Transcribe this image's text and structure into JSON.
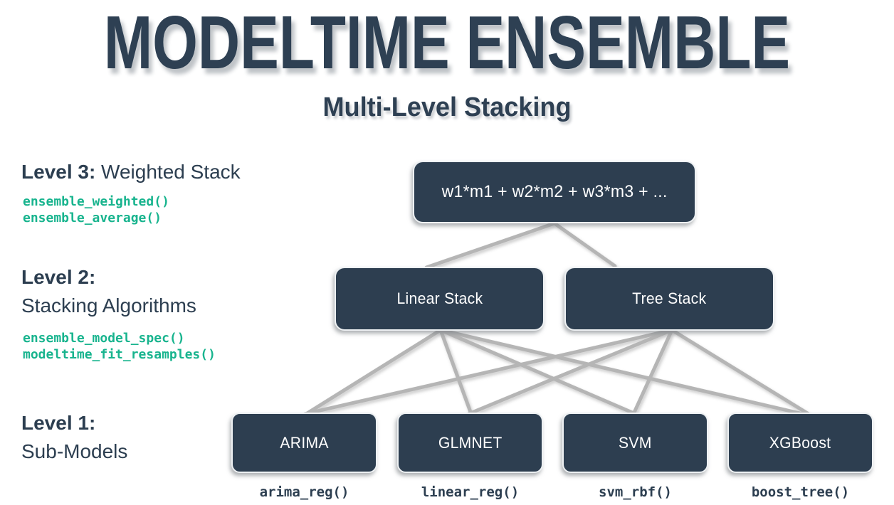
{
  "header": {
    "title": "MODELTIME ENSEMBLE",
    "subtitle": "Multi-Level Stacking"
  },
  "levels": {
    "level3": {
      "label_bold": "Level 3:",
      "label_rest": " Weighted Stack",
      "functions": [
        "ensemble_weighted()",
        "ensemble_average()"
      ]
    },
    "level2": {
      "label_bold": "Level 2:",
      "label_rest": "Stacking Algorithms",
      "functions": [
        "ensemble_model_spec()",
        "modeltime_fit_resamples()"
      ]
    },
    "level1": {
      "label_bold": "Level 1:",
      "label_rest": "Sub-Models"
    }
  },
  "nodes": {
    "weighted_stack": {
      "label": "w1*m1 + w2*m2 + w3*m3 + ..."
    },
    "linear_stack": {
      "label": "Linear Stack"
    },
    "tree_stack": {
      "label": "Tree Stack"
    },
    "arima": {
      "label": "ARIMA",
      "function": "arima_reg()"
    },
    "glmnet": {
      "label": "GLMNET",
      "function": "linear_reg()"
    },
    "svm": {
      "label": "SVM",
      "function": "svm_rbf()"
    },
    "xgboost": {
      "label": "XGBoost",
      "function": "boost_tree()"
    }
  },
  "colors": {
    "navy": "#2d3e50",
    "title_navy": "#2e4053",
    "teal": "#18b48e",
    "line_gray": "#b5b5b5",
    "node_text": "#ffffff"
  },
  "edges": [
    [
      779,
      314,
      599,
      376
    ],
    [
      779,
      314,
      864,
      374
    ],
    [
      619,
      464,
      430,
      582
    ],
    [
      619,
      464,
      662,
      582
    ],
    [
      619,
      464,
      893,
      582
    ],
    [
      619,
      464,
      1128,
      582
    ],
    [
      944,
      464,
      428,
      582
    ],
    [
      944,
      464,
      658,
      582
    ],
    [
      944,
      464,
      890,
      582
    ],
    [
      944,
      464,
      1136,
      582
    ]
  ]
}
